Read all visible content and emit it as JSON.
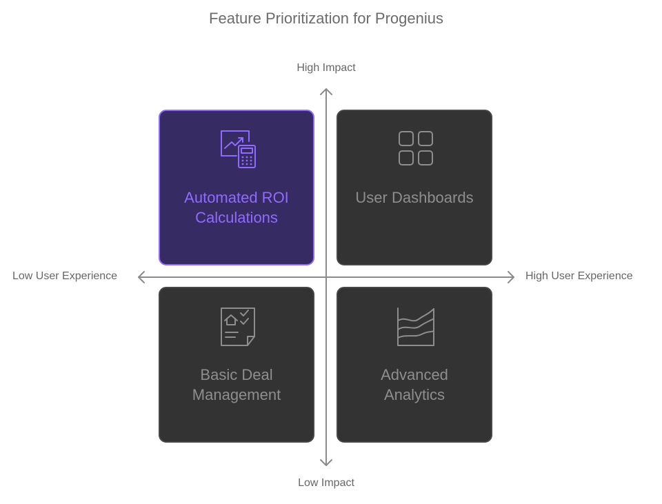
{
  "title": "Feature Prioritization for Progenius",
  "axes": {
    "top": "High Impact",
    "bottom": "Low Impact",
    "left": "Low User Experience",
    "right": "High User Experience"
  },
  "quadrants": [
    {
      "position": "top-left",
      "lines": [
        "Automated ROI",
        "Calculations"
      ],
      "icon": "chart-calculator-icon",
      "highlighted": true,
      "color": "#8f6bff"
    },
    {
      "position": "top-right",
      "lines": [
        "User Dashboards"
      ],
      "icon": "dashboard-grid-icon",
      "highlighted": false
    },
    {
      "position": "bottom-left",
      "lines": [
        "Basic Deal",
        "Management"
      ],
      "icon": "house-checklist-icon",
      "highlighted": false
    },
    {
      "position": "bottom-right",
      "lines": [
        "Advanced",
        "Analytics"
      ],
      "icon": "area-chart-icon",
      "highlighted": false
    }
  ],
  "colors": {
    "highlight_fill": "#372b63",
    "highlight_accent": "#8f6bff",
    "box_fill": "#333333",
    "box_text": "#8e8e8e",
    "axis": "#8a8a8a"
  }
}
